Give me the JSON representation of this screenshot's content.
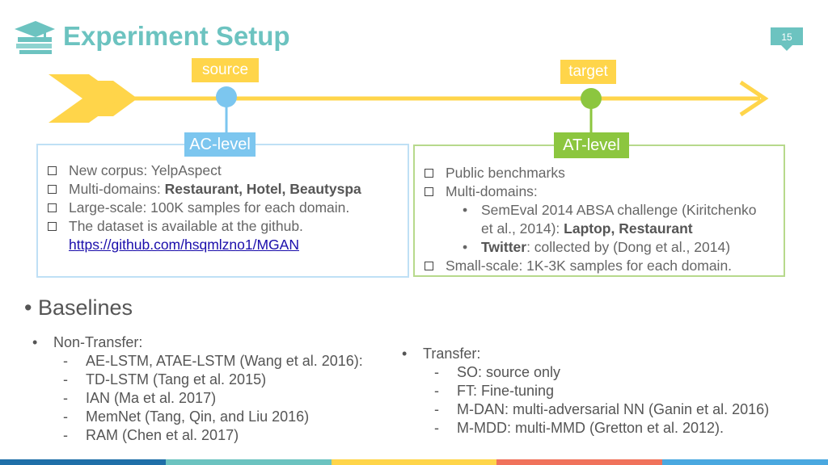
{
  "header": {
    "title": "Experiment Setup",
    "page_number": "15"
  },
  "diagram": {
    "source_label": "source",
    "target_label": "target",
    "ac_level_label": "AC-level",
    "at_level_label": "AT-level"
  },
  "ac_panel": {
    "item1": "New corpus: YelpAspect",
    "item2_prefix": "Multi-domains: ",
    "item2_bold": "Restaurant, Hotel, Beautyspa",
    "item3": "Large-scale: 100K samples for each domain.",
    "item4": "The dataset is available at the github.",
    "item4_link": "https://github.com/hsqmlzno1/MGAN"
  },
  "at_panel": {
    "item1": "Public benchmarks",
    "item2": "Multi-domains:",
    "sub1_line1": "SemEval 2014 ABSA challenge (Kiritchenko",
    "sub1_line2_prefix": "et al., 2014): ",
    "sub1_line2_bold": "Laptop, Restaurant",
    "sub2_bold": "Twitter",
    "sub2_rest": ": collected by (Dong et al., 2014)",
    "item3": "Small-scale: 1K-3K samples for each domain."
  },
  "baselines": {
    "heading": "Baselines",
    "non_transfer": {
      "heading": "Non-Transfer:",
      "items": [
        "AE-LSTM, ATAE-LSTM (Wang et al. 2016):",
        "TD-LSTM (Tang et al. 2015)",
        "IAN (Ma et al. 2017)",
        "MemNet (Tang, Qin, and Liu 2016)",
        "RAM (Chen et al. 2017)"
      ]
    },
    "transfer": {
      "heading": "Transfer:",
      "items": [
        "SO: source only",
        "FT: Fine-tuning",
        "M-DAN: multi-adversarial NN (Ganin et al. 2016)",
        "M-MDD: multi-MMD (Gretton et al. 2012)."
      ]
    }
  },
  "icons": {
    "logo": "graduation-cap-books-icon",
    "arrow": "timeline-arrow-icon"
  },
  "colors": {
    "accent": "#6cc3c0",
    "yellow": "#ffd54a",
    "blue": "#7cc6ef",
    "green": "#8cc63f",
    "stripes": [
      "#1f6fa8",
      "#6cc3c0",
      "#ffd54a",
      "#f0725b",
      "#4aa8e0"
    ]
  }
}
